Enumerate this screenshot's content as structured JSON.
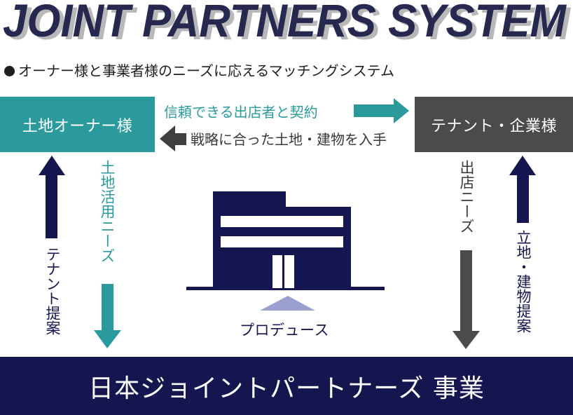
{
  "title": {
    "text": "JOINT PARTNERS SYSTEM",
    "color": "#26284f",
    "shadow_color": "#b8b8b8"
  },
  "subtitle": "オーナー様と事業者様のニーズに応えるマッチングシステム",
  "parties": {
    "owner": "土地オーナー様",
    "tenant": "テナント・企業様"
  },
  "flows": {
    "owner_to_tenant": "信頼できる出店者と契約",
    "tenant_to_owner": "戦略に合った土地・建物を入手"
  },
  "vertical_labels": {
    "to_owner": "テナント提案",
    "from_owner": "土地活用ニーズ",
    "from_tenant": "出店ニーズ",
    "to_tenant": "立地・建物提案"
  },
  "center": {
    "produce_label": "プロデュース",
    "icon": "building-icon"
  },
  "bottom_bar": "日本ジョイントパートナーズ 事業",
  "colors": {
    "teal": "#2a9a9d",
    "navy": "#15164f",
    "dark_gray": "#4b4b4b",
    "lavender": "#9aa0d0"
  }
}
